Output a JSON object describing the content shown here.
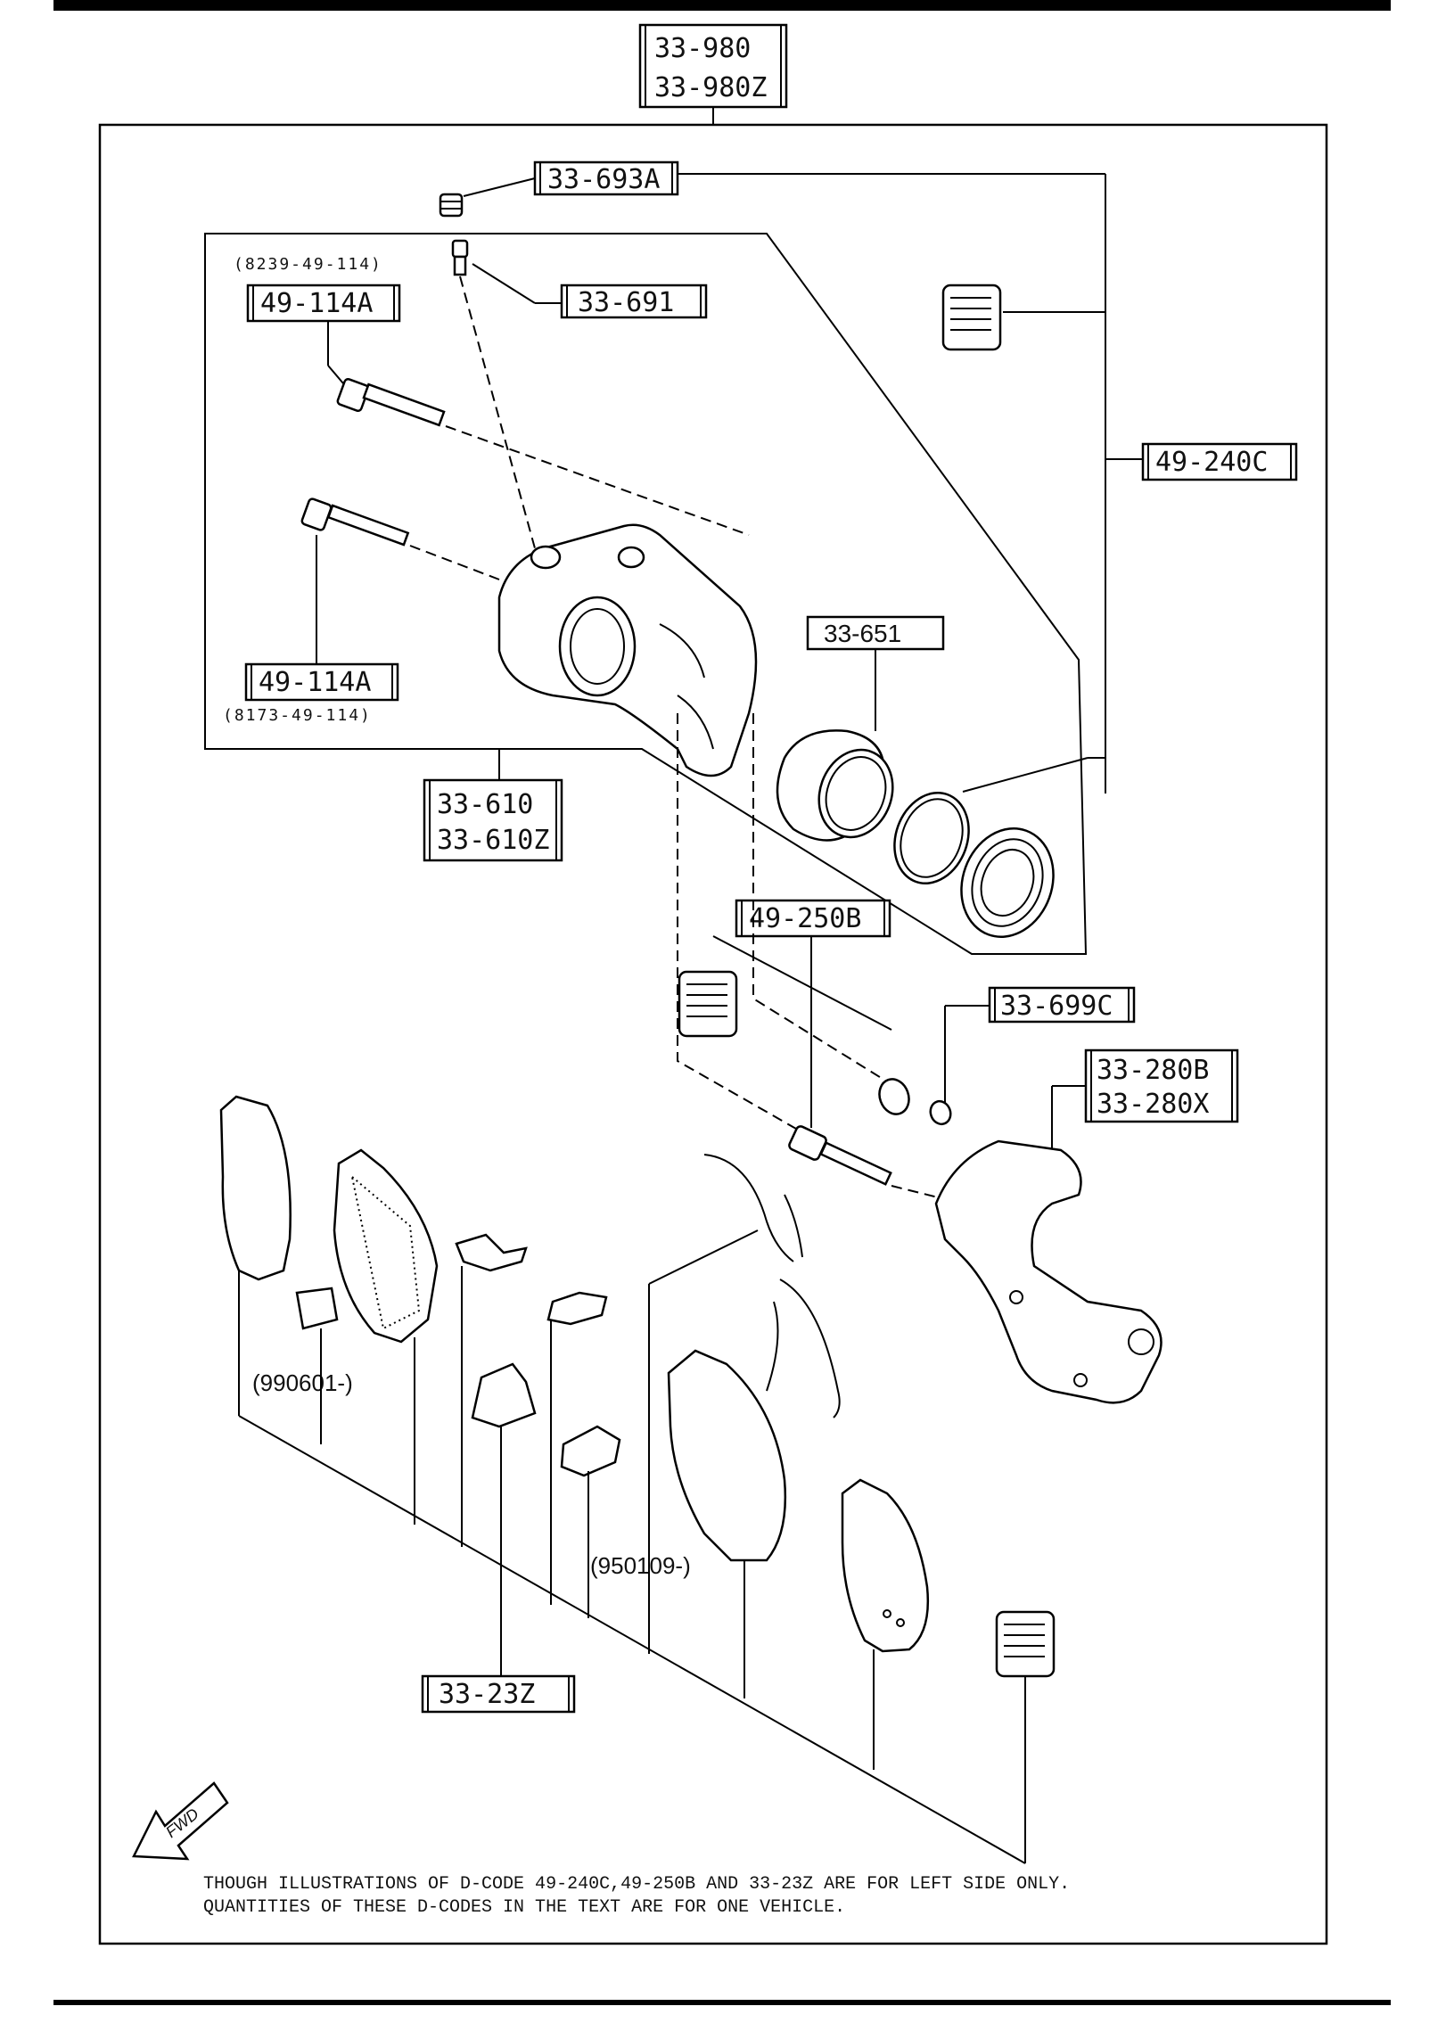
{
  "diagram": {
    "main_assembly_codes": [
      "33-980",
      "33-980Z"
    ],
    "labels": {
      "bleeder_cap": "33-693A",
      "bleeder_screw": "33-691",
      "guide_pin_upper_note": "(8239-49-114)",
      "guide_pin_upper": "49-114A",
      "guide_pin_lower": "49-114A",
      "guide_pin_lower_note": "(8173-49-114)",
      "seal_kit_upper": "49-240C",
      "piston": "33-651",
      "caliper_body_1": "33-610",
      "caliper_body_2": "33-610Z",
      "grease_kit": "49-250B",
      "bushing": "33-699C",
      "bracket_1": "33-280B",
      "bracket_2": "33-280X",
      "pad_date_1": "(990601-)",
      "pad_date_2": "(950109-)",
      "pad_set": "33-23Z",
      "fwd": "FWD"
    },
    "footnote_line1": "THOUGH ILLUSTRATIONS OF D-CODE 49-240C,49-250B AND 33-23Z ARE FOR LEFT SIDE ONLY.",
    "footnote_line2": "QUANTITIES OF THESE D-CODES IN THE TEXT ARE FOR ONE VEHICLE."
  }
}
